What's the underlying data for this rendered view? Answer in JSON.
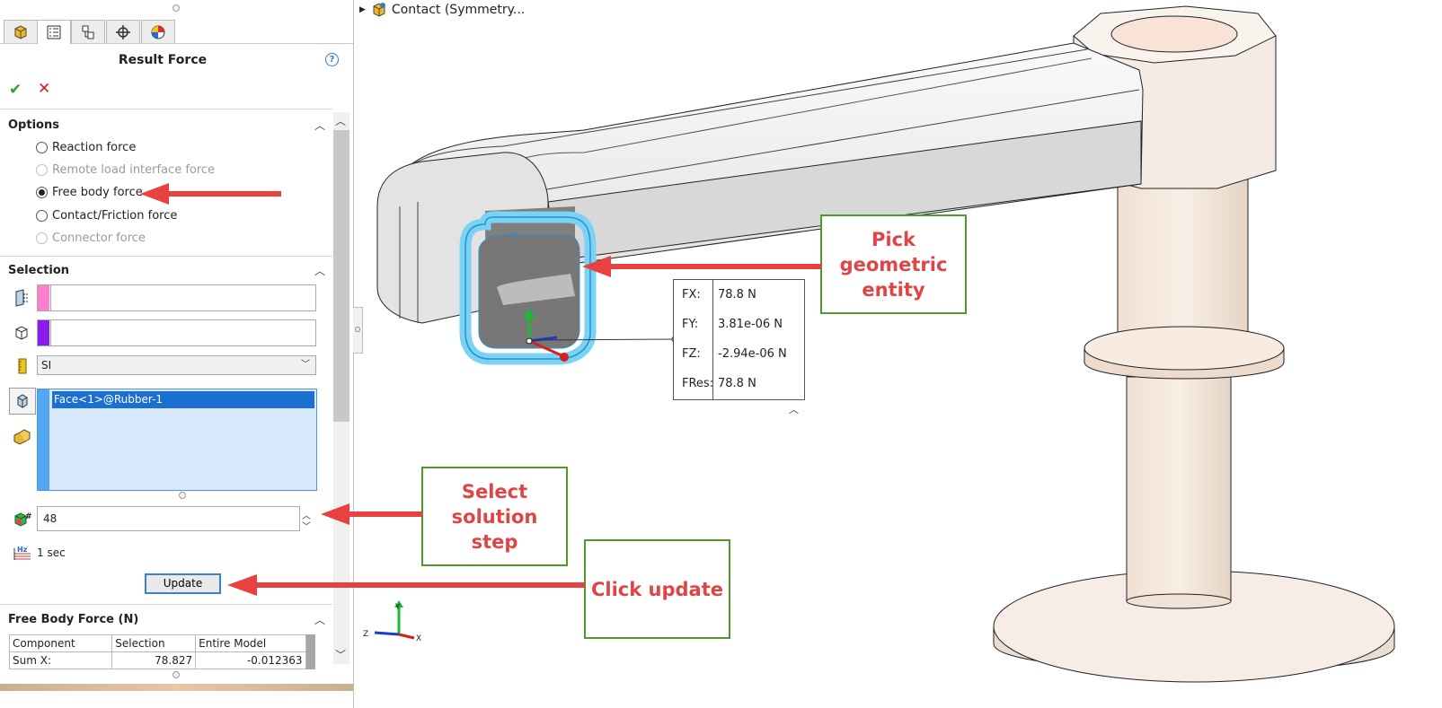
{
  "panel": {
    "title": "Result Force",
    "help_label": "?",
    "ok_label": "✔",
    "cancel_label": "✕",
    "options": {
      "header": "Options",
      "items": [
        {
          "label": "Reaction force",
          "selected": false,
          "enabled": true
        },
        {
          "label": "Remote load interface force",
          "selected": false,
          "enabled": false
        },
        {
          "label": "Free body force",
          "selected": true,
          "enabled": true
        },
        {
          "label": "Contact/Friction force",
          "selected": false,
          "enabled": true
        },
        {
          "label": "Connector force",
          "selected": false,
          "enabled": false
        }
      ]
    },
    "selection": {
      "header": "Selection",
      "swatch1": "#ff7fcf",
      "swatch2": "#8a1cf0",
      "unit": "SI",
      "selected_entity": "Face<1>@Rubber-1",
      "step_value": "48",
      "time_value": "1 sec",
      "update_label": "Update"
    },
    "free_body": {
      "header": "Free Body Force (N)",
      "columns": [
        "Component",
        "Selection",
        "Entire Model"
      ],
      "row": [
        "Sum X:",
        "78.827",
        "-0.012363"
      ]
    }
  },
  "viewport": {
    "tree_item": "Contact  (Symmetry...",
    "readout": [
      {
        "label": "FX:",
        "value": "78.8 N"
      },
      {
        "label": "FY:",
        "value": "3.81e-06 N"
      },
      {
        "label": "FZ:",
        "value": "-2.94e-06 N"
      },
      {
        "label": "FRes:",
        "value": "78.8 N"
      }
    ],
    "callouts": {
      "pick": "Pick geometric entity",
      "step": "Select solution step",
      "update": "Click update"
    },
    "triad": {
      "x": "X",
      "y": "Y",
      "z": "Z"
    }
  },
  "colors": {
    "accent": "#1b6fd1",
    "arrow": "#e8413f",
    "callout_border": "#4e9a2a",
    "callout_text": "#e04545"
  }
}
